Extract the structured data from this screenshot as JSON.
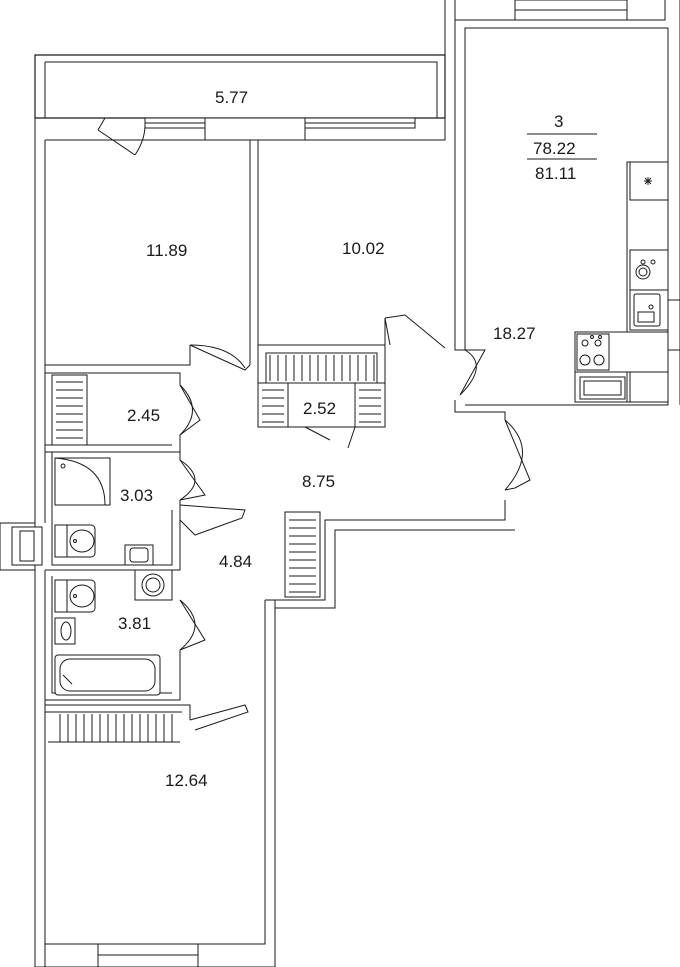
{
  "summary": {
    "rooms": "3",
    "living_area": "78.22",
    "total_area": "81.11"
  },
  "rooms": [
    {
      "id": "balcony",
      "area": "5.77"
    },
    {
      "id": "bedroom-1",
      "area": "11.89"
    },
    {
      "id": "bedroom-2",
      "area": "10.02"
    },
    {
      "id": "kitchen",
      "area": "18.27"
    },
    {
      "id": "storage-1",
      "area": "2.45"
    },
    {
      "id": "closet",
      "area": "2.52"
    },
    {
      "id": "hallway",
      "area": "8.75"
    },
    {
      "id": "bathroom-1",
      "area": "3.03"
    },
    {
      "id": "corridor",
      "area": "4.84"
    },
    {
      "id": "bathroom-2",
      "area": "3.81"
    },
    {
      "id": "bedroom-3",
      "area": "12.64"
    }
  ],
  "icons": {
    "fridge": "snowflake-icon",
    "washer": "washing-machine-icon",
    "stove": "stove-icon",
    "sink": "sink-icon"
  }
}
